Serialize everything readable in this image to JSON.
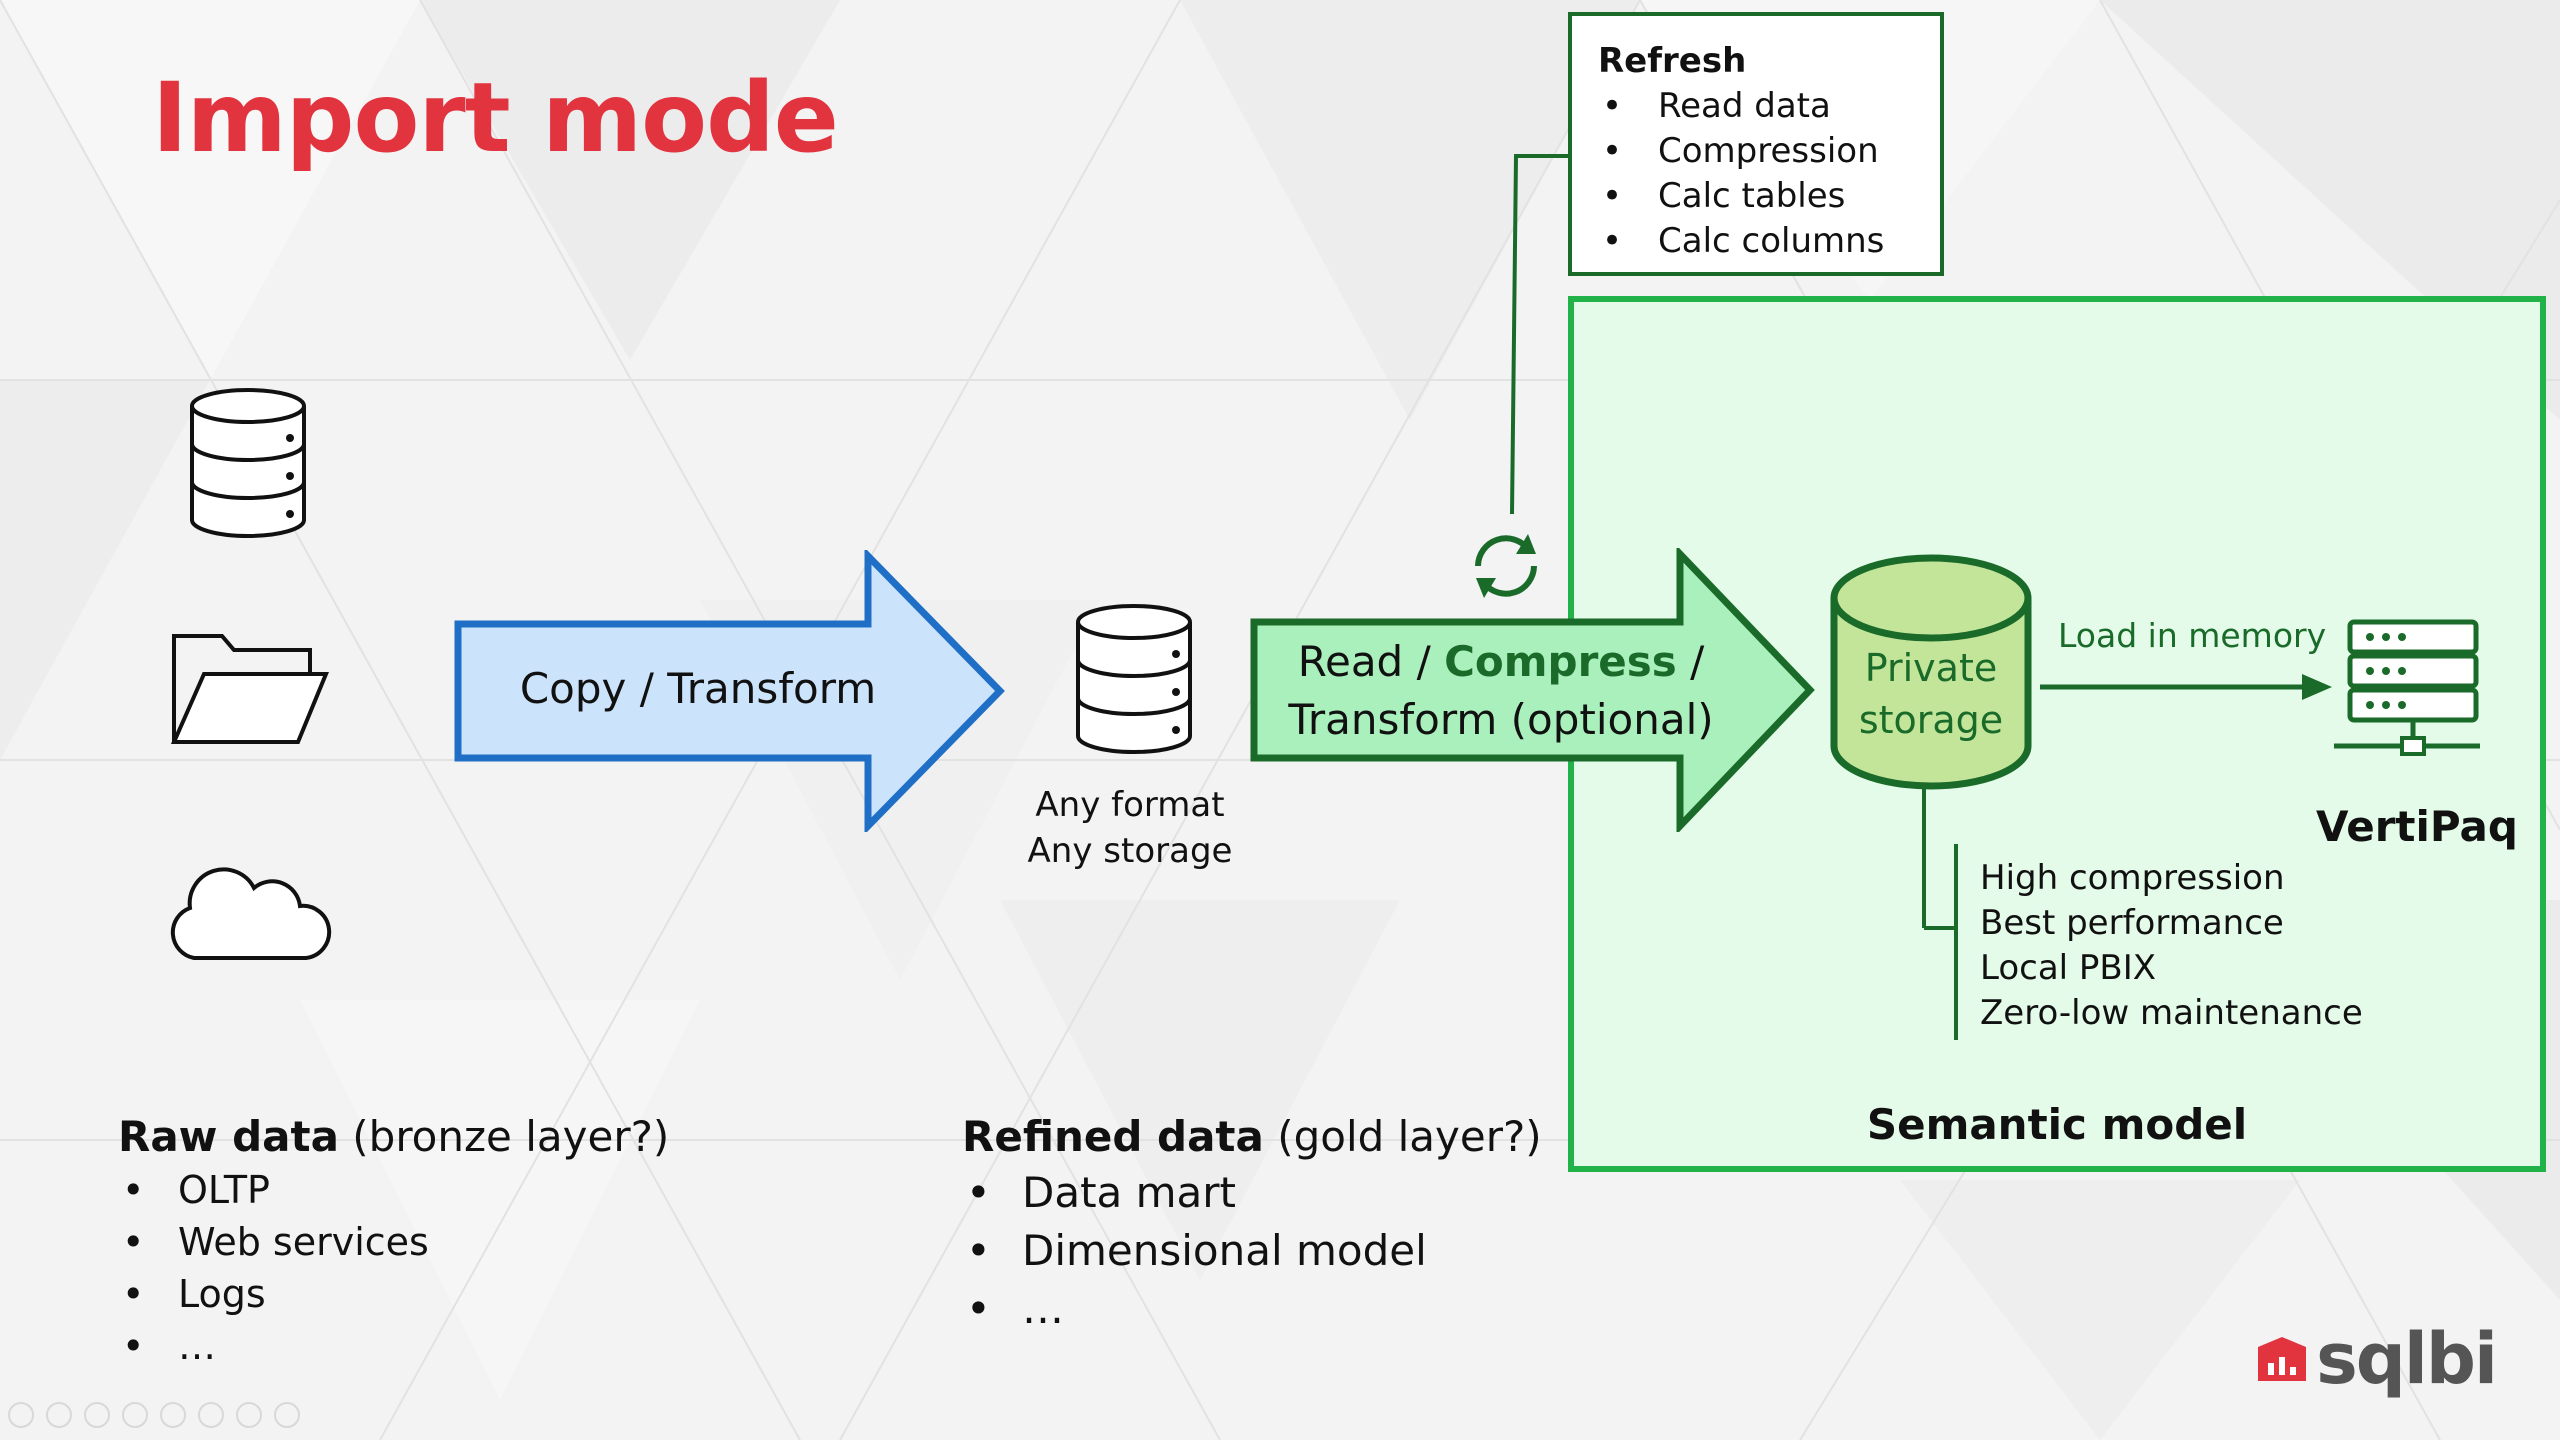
{
  "title": "Import mode",
  "arrows": {
    "copy": "Copy / Transform",
    "read_prefix": "Read / ",
    "read_highlight": "Compress",
    "read_suffix": " /",
    "read_line2": "Transform (optional)"
  },
  "intermediate": {
    "line1": "Any format",
    "line2": "Any storage"
  },
  "refresh": {
    "title": "Refresh",
    "items": [
      "Read data",
      "Compression",
      "Calc tables",
      "Calc columns"
    ]
  },
  "semantic_model": {
    "label": "Semantic model",
    "storage_line1": "Private",
    "storage_line2": "storage",
    "load_label": "Load in memory",
    "engine_label": "VertiPaq",
    "features": [
      "High compression",
      "Best performance",
      "Local PBIX",
      "Zero-low maintenance"
    ]
  },
  "raw": {
    "head_bold": "Raw data",
    "head_rest": " (bronze layer?)",
    "items": [
      "OLTP",
      "Web services",
      "Logs",
      "…"
    ]
  },
  "refined": {
    "head_bold": "Refined data",
    "head_rest": " (gold layer?)",
    "items": [
      "Data mart",
      "Dimensional model",
      "…"
    ]
  },
  "logo": "sqlbi",
  "colors": {
    "title_red": "#e2343f",
    "blue_arrow_fill": "#cce4fb",
    "blue_arrow_stroke": "#1f6fc6",
    "green_arrow_fill": "#a9f0bc",
    "dark_green": "#1a6b2a",
    "model_border": "#22b24a",
    "model_fill": "#e3fbe8",
    "storage_fill": "#c3e59a",
    "logo_red": "#e2343f"
  },
  "icons": [
    "database-icon",
    "folder-icon",
    "cloud-icon",
    "refresh-cycle-icon",
    "server-icon"
  ]
}
